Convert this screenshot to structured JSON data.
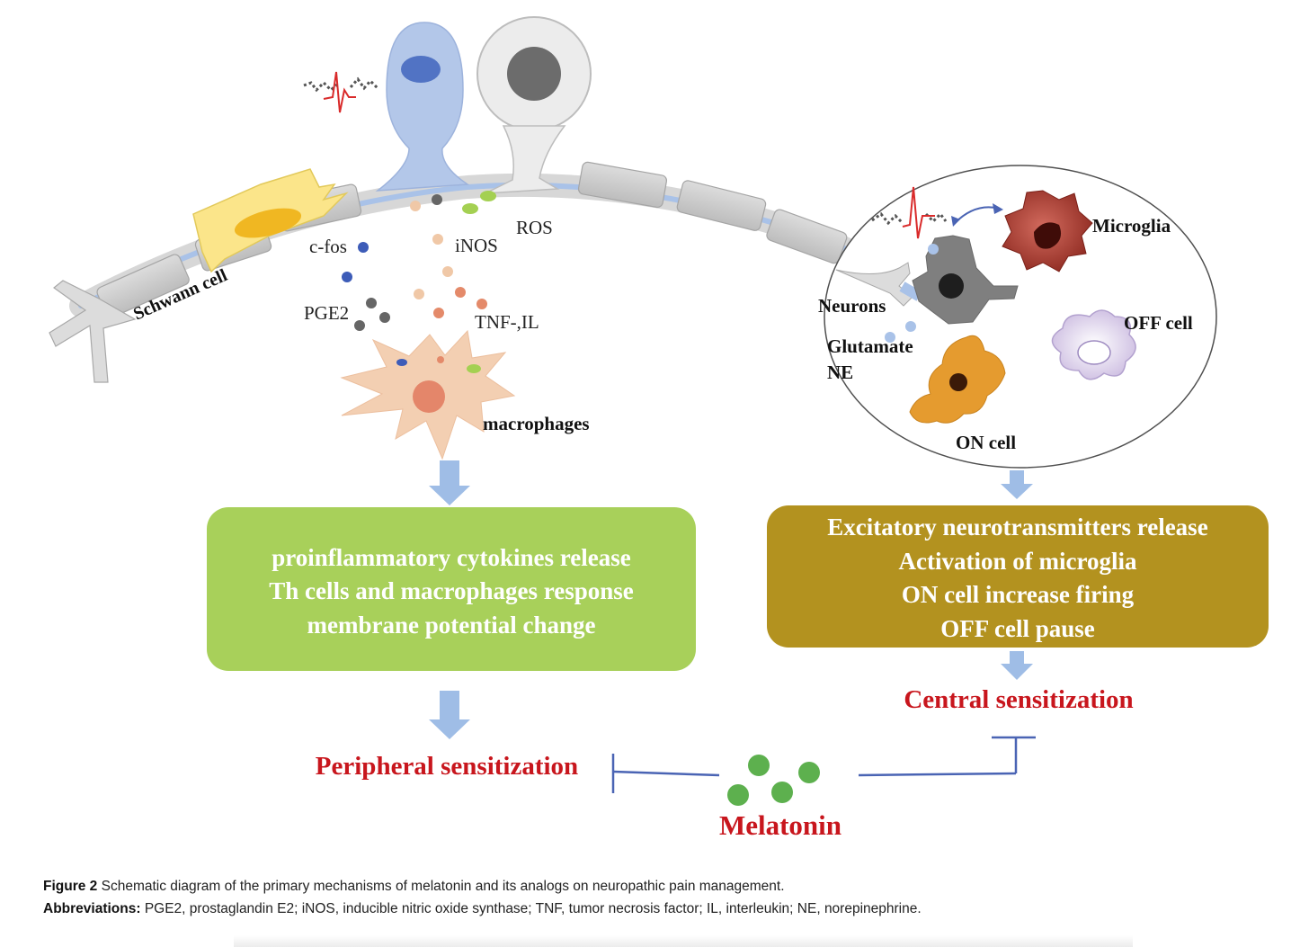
{
  "labels": {
    "schwann": "Schwann cell",
    "cfos": "c-fos",
    "inos": "iNOS",
    "ros": "ROS",
    "pge2": "PGE2",
    "tnf": "TNF-,IL",
    "macrophages": "macrophages",
    "microglia": "Microglia",
    "neurons": "Neurons",
    "glutamate": "Glutamate",
    "ne": "NE",
    "off_cell": "OFF cell",
    "on_cell": "ON cell"
  },
  "left_box": {
    "lines": [
      "proinflammatory cytokines release",
      "Th cells and macrophages response",
      "membrane potential change"
    ]
  },
  "right_box": {
    "lines": [
      "Excitatory neurotransmitters release",
      "Activation of microglia",
      "ON cell increase firing",
      "OFF cell pause"
    ]
  },
  "outcomes": {
    "peripheral": "Peripheral sensitization",
    "central": "Central sensitization",
    "melatonin": "Melatonin"
  },
  "caption": {
    "figure_label": "Figure 2",
    "figure_text": "Schematic diagram of the primary mechanisms of melatonin and its analogs on neuropathic pain management.",
    "abbr_label": "Abbreviations:",
    "abbr_text": "PGE2, prostaglandin E2; iNOS, inducible nitric oxide synthase; TNF, tumor necrosis factor; IL, interleukin; NE, norepinephrine."
  },
  "colors": {
    "green_box": "#a8d05a",
    "gold_box": "#b3921f",
    "arrow": "#9fbde6",
    "inhibit": "#4a64b4",
    "red_text": "#c8161d",
    "melatonin_dot": "#5db04e"
  }
}
